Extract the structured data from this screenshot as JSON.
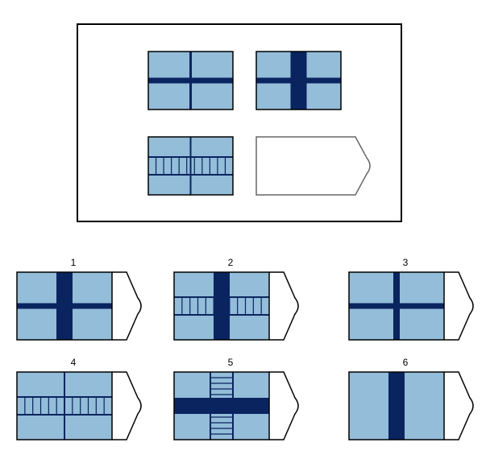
{
  "colors": {
    "fill": "#93bdd8",
    "dark": "#0a2460",
    "outline": "#000000"
  },
  "matrix": [
    {
      "name": "matrix-cell-1",
      "vertical": "thin",
      "horizontal": "thin",
      "tail": false,
      "empty": false
    },
    {
      "name": "matrix-cell-2",
      "vertical": "thick",
      "horizontal": "thin",
      "tail": false,
      "empty": false
    },
    {
      "name": "matrix-cell-3",
      "vertical": "thin",
      "horizontal": "ladder",
      "tail": false,
      "empty": false
    },
    {
      "name": "matrix-cell-missing",
      "vertical": null,
      "horizontal": null,
      "tail": true,
      "empty": true
    }
  ],
  "options": [
    {
      "label": "1",
      "vertical": "thick",
      "horizontal": "thin",
      "tail": true
    },
    {
      "label": "2",
      "vertical": "thick",
      "horizontal": "ladder",
      "tail": true
    },
    {
      "label": "3",
      "vertical": "thin",
      "horizontal": "thin",
      "tail": true
    },
    {
      "label": "4",
      "vertical": "thin",
      "horizontal": "ladder",
      "tail": true
    },
    {
      "label": "5",
      "vertical": "ladder",
      "horizontal": "thick",
      "tail": true
    },
    {
      "label": "6",
      "vertical": "thick",
      "horizontal": null,
      "tail": true
    }
  ]
}
